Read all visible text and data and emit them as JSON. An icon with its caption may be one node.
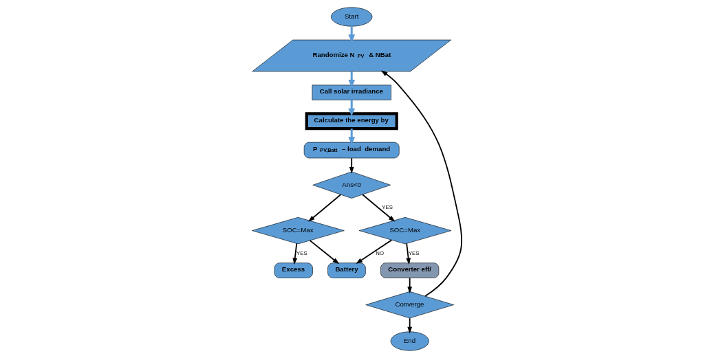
{
  "diagram": {
    "nodes": [
      {
        "text": [
          "Start"
        ]
      },
      {
        "text": [
          "Randomize N$_{PV}$ & NBat"
        ]
      },
      {
        "text": [
          "Call solar irradiance"
        ]
      },
      {
        "text": [
          "Calculate the energy by"
        ]
      },
      {
        "text": [
          "P$_{PV,Batt}$ – load  demand"
        ]
      },
      {
        "text": [
          "Ans<0"
        ]
      },
      {
        "text": [
          "SOC=Max"
        ]
      },
      {
        "text": [
          "SOC=Max"
        ]
      },
      {
        "text": [
          "Excess"
        ]
      },
      {
        "text": [
          "Battery"
        ]
      },
      {
        "text": [
          "Converter eff/"
        ]
      },
      {
        "text": [
          "Converge"
        ]
      },
      {
        "text": [
          "End"
        ]
      }
    ],
    "edges": [
      {
        "from": 0,
        "to": 1,
        "arrow": "to",
        "color": "#5b9bd5"
      },
      {
        "from": 1,
        "to": 2,
        "arrow": "to",
        "color": "#5b9bd5"
      },
      {
        "from": 2,
        "to": 3,
        "arrow": "to",
        "color": "#5b9bd5"
      },
      {
        "from": 3,
        "to": 4,
        "arrow": "to",
        "color": "#5b9bd5"
      },
      {
        "from": 4,
        "to": 5,
        "arrow": "to"
      },
      {
        "from": 5,
        "to": 6,
        "arrow": "to"
      },
      {
        "from": 5,
        "to": 7,
        "arrow": "to",
        "label": "YES"
      },
      {
        "from": 6,
        "to": 8,
        "arrow": "to",
        "label": "YES"
      },
      {
        "from": 6,
        "to": 9,
        "arrow": "to"
      },
      {
        "from": 7,
        "to": 9,
        "arrow": "to",
        "label": "NO"
      },
      {
        "from": 7,
        "to": 10,
        "arrow": "to",
        "label": "YES"
      },
      {
        "from": 10,
        "to": 11,
        "arrow": "to"
      },
      {
        "from": 11,
        "to": 12,
        "arrow": "to"
      },
      {
        "from": 11,
        "to": 1,
        "arrow": "to"
      }
    ]
  }
}
